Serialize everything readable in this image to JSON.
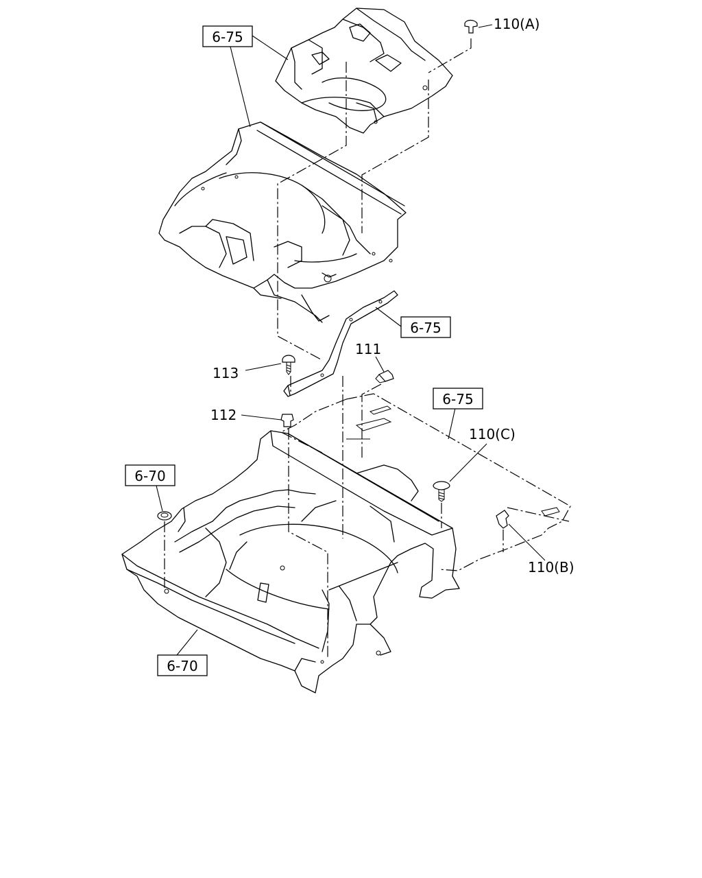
{
  "labels": {
    "ref_675_top": "6-75",
    "ref_675_mid": "6-75",
    "ref_675_right": "6-75",
    "ref_670_left": "6-70",
    "ref_670_bottom": "6-70",
    "p110a": "110(A)",
    "p110b": "110(B)",
    "p110c": "110(C)",
    "p111": "111",
    "p112": "112",
    "p113": "113"
  }
}
